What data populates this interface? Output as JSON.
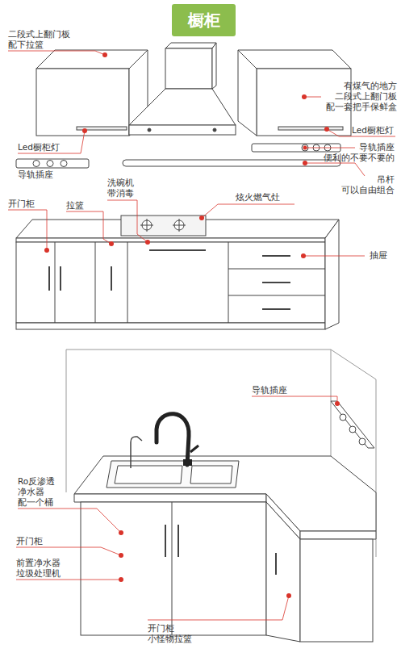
{
  "diagram": {
    "title": "橱柜",
    "labels": [
      "二段式上翻门板 配下拉篮",
      "有煤气的地方 二段式上翻门板 配一套把手保鲜盒",
      "Led橱柜灯",
      "Led橱柜灯",
      "导轨插座",
      "导轨插座 便利的不要不要的",
      "吊杆 可以自由组合",
      "洗碗机 带消毒",
      "炫火燃气灶",
      "开门柜",
      "拉篮",
      "抽屉",
      "导轨插座",
      "Ro反渗透 净水器 配一个桶",
      "开门柜",
      "前置净水器 垃圾处理机",
      "开门柜 小怪物拉篮"
    ]
  }
}
